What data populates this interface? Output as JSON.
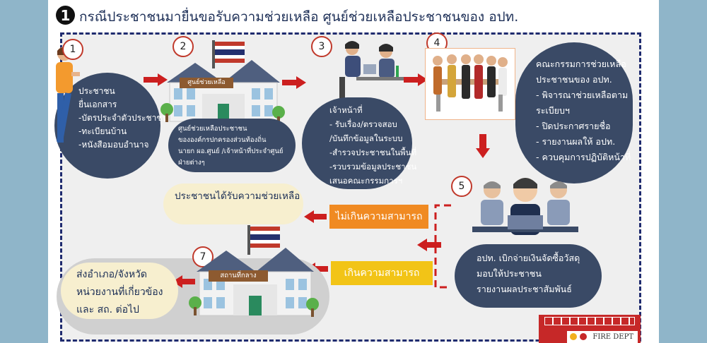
{
  "header": {
    "number": "❶",
    "title": "กรณีประชาชนมายื่นขอรับความช่วยเหลือ  ศูนย์ช่วยเหลือประชาชนของ  อปท."
  },
  "steps": {
    "s1": {
      "num": "1",
      "lines": [
        "ประชาชน",
        "ยื่นเอกสาร",
        "-บัตรประจำตัวประชาชน",
        "-ทะเบียนบ้าน",
        "-หนังสือมอบอำนาจ"
      ]
    },
    "s2": {
      "num": "2",
      "sign": "ศูนย์ช่วยเหลือ",
      "lines": [
        "ศูนย์ช่วยเหลือประชาชน",
        "ขององค์กรปกครองส่วนท้องถิ่น",
        "นายก  ผอ.ศูนย์  /เจ้าหน้าที่ประจำศูนย์",
        "ฝ่ายต่างๆ"
      ]
    },
    "s3": {
      "num": "3",
      "lines": [
        "เจ้าหน้าที่",
        "- รับเรื่อง/ตรวจสอบ",
        "/บันทึกข้อมูลในระบบ",
        "-สำรวจประชาชนในพื้นที่",
        "-รวบรวมข้อมูลประชาชน",
        "  เสนอคณะกรรมการฯ"
      ]
    },
    "s4": {
      "num": "4",
      "lines": [
        "คณะกรรมการช่วยเหลือ",
        "ประชาชนของ อปท.",
        "- พิจารณาช่วยเหลือตาม",
        "ระเบียบฯ",
        "- ปิดประกาศรายชื่อ",
        "- รายงานผลให้ อปท.",
        "- ควบคุมการปฏิบัติหน้าที่"
      ]
    },
    "s5": {
      "num": "5",
      "lines": [
        "อปท. เบิกจ่ายเงินจัดซื้อวัสดุ",
        "มอบให้ประชาชน",
        "รายงานผลประชาสัมพันธ์"
      ]
    },
    "s7": {
      "num": "7",
      "sign": "สถานที่กลาง",
      "lines": [
        "ส่งอำเภอ/จังหวัด",
        "หน่วยงานที่เกี่ยวข้อง",
        "และ สถ. ต่อไป"
      ]
    }
  },
  "outcome": {
    "received": "ประชาชนได้รับความช่วยเหลือ",
    "within": "ไม่เกินความสามารถ",
    "beyond": "เกินความสามารถ"
  },
  "truck_label": "FIRE DEPT",
  "colors": {
    "circle": "#3a4a66",
    "arrow": "#cc1f1f",
    "orange": "#f08a22",
    "yellow": "#f2c417",
    "cream": "#f7efcf",
    "frame": "#1f2b6f"
  }
}
